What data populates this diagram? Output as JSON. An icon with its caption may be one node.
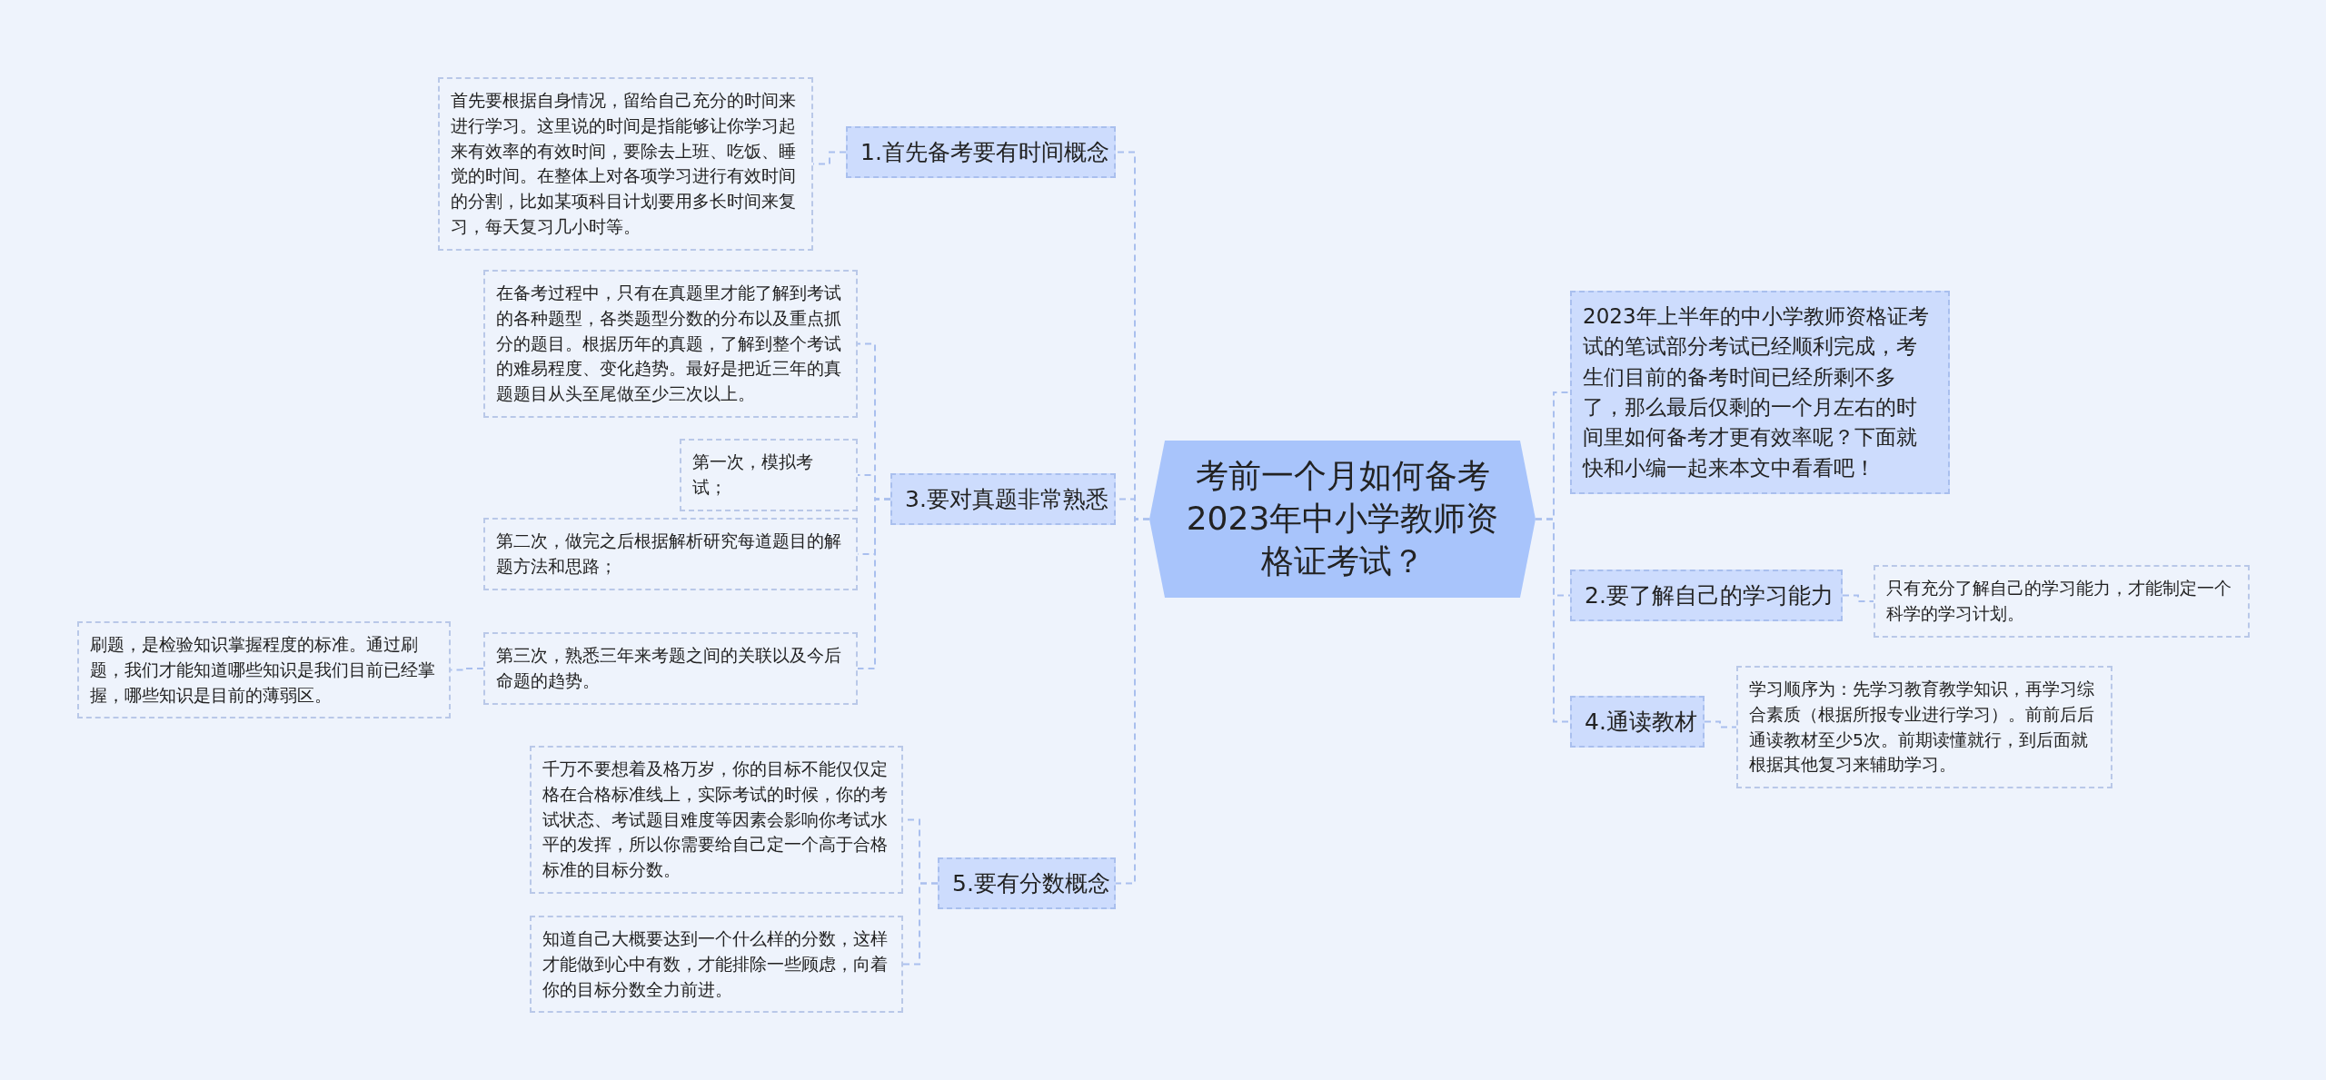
{
  "diagram": {
    "nodes": [
      {
        "text": [
          "考前一个月如何备考2023年中小学教师资格证考试？"
        ]
      },
      {
        "text": [
          "1.首先备考要有时间概念"
        ]
      },
      {
        "text": [
          "首先要根据自身情况，留给自己充分的时间来进行学习。这里说的时间是指能够让你学习起来有效率的有效时间，要除去上班、吃饭、睡觉的时间。在整体上对各项学习进行有效时间的分割，比如某项科目计划要用多长时间来复习，每天复习几小时等。"
        ]
      },
      {
        "text": [
          "3.要对真题非常熟悉"
        ]
      },
      {
        "text": [
          "在备考过程中，只有在真题里才能了解到考试的各种题型，各类题型分数的分布以及重点抓分的题目。根据历年的真题，了解到整个考试的难易程度、变化趋势。最好是把近三年的真题题目从头至尾做至少三次以上。"
        ]
      },
      {
        "text": [
          "第一次，模拟考试；"
        ]
      },
      {
        "text": [
          "第二次，做完之后根据解析研究每道题目的解题方法和思路；"
        ]
      },
      {
        "text": [
          "第三次，熟悉三年来考题之间的关联以及今后命题的趋势。"
        ]
      },
      {
        "text": [
          "刷题，是检验知识掌握程度的标准。通过刷题，我们才能知道哪些知识是我们目前已经掌握，哪些知识是目前的薄弱区。"
        ]
      },
      {
        "text": [
          "5.要有分数概念"
        ]
      },
      {
        "text": [
          "千万不要想着及格万岁，你的目标不能仅仅定格在合格标准线上，实际考试的时候，你的考试状态、考试题目难度等因素会影响你考试水平的发挥，所以你需要给自己定一个高于合格标准的目标分数。"
        ]
      },
      {
        "text": [
          "知道自己大概要达到一个什么样的分数，这样才能做到心中有数，才能排除一些顾虑，向着你的目标分数全力前进。"
        ]
      },
      {
        "text": [
          "2023年上半年的中小学教师资格证考试的笔试部分考试已经顺利完成，考生们目前的备考时间已经所剩不多了，那么最后仅剩的一个月左右的时间里如何备考才更有效率呢？下面就快和小编一起来本文中看看吧！"
        ]
      },
      {
        "text": [
          "2.要了解自己的学习能力"
        ]
      },
      {
        "text": [
          "只有充分了解自己的学习能力，才能制定一个科学的学习计划。"
        ]
      },
      {
        "text": [
          "4.通读教材"
        ]
      },
      {
        "text": [
          "学习顺序为：先学习教育教学知识，再学习综合素质（根据所报专业进行学习）。前前后后通读教材至少5次。前期读懂就行，到后面就根据其他复习来辅助学习。"
        ]
      }
    ],
    "edges": [
      {
        "from": 0,
        "to": 1,
        "arrow": "none",
        "style": "dashed"
      },
      {
        "from": 1,
        "to": 2,
        "arrow": "none",
        "style": "dashed"
      },
      {
        "from": 0,
        "to": 3,
        "arrow": "none",
        "style": "dashed"
      },
      {
        "from": 3,
        "to": 4,
        "arrow": "none",
        "style": "dashed"
      },
      {
        "from": 3,
        "to": 5,
        "arrow": "none",
        "style": "dashed"
      },
      {
        "from": 3,
        "to": 6,
        "arrow": "none",
        "style": "dashed"
      },
      {
        "from": 3,
        "to": 7,
        "arrow": "none",
        "style": "dashed"
      },
      {
        "from": 7,
        "to": 8,
        "arrow": "none",
        "style": "dashed"
      },
      {
        "from": 0,
        "to": 9,
        "arrow": "none",
        "style": "dashed"
      },
      {
        "from": 9,
        "to": 10,
        "arrow": "none",
        "style": "dashed"
      },
      {
        "from": 9,
        "to": 11,
        "arrow": "none",
        "style": "dashed"
      },
      {
        "from": 0,
        "to": 12,
        "arrow": "none",
        "style": "dashed"
      },
      {
        "from": 0,
        "to": 13,
        "arrow": "none",
        "style": "dashed"
      },
      {
        "from": 13,
        "to": 14,
        "arrow": "none",
        "style": "dashed"
      },
      {
        "from": 0,
        "to": 15,
        "arrow": "none",
        "style": "dashed"
      },
      {
        "from": 15,
        "to": 16,
        "arrow": "none",
        "style": "dashed"
      }
    ]
  }
}
